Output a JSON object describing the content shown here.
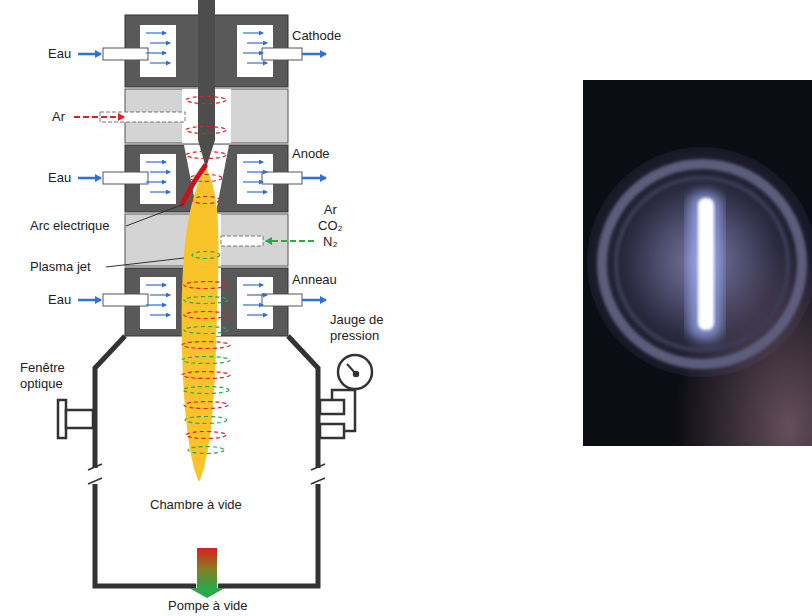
{
  "diagram": {
    "labels": [
      "Eau",
      "Cathode",
      "Ar",
      "Eau",
      "Anode",
      "Arc electrique",
      "Ar CO₂ N₂",
      "Plasma jet",
      "Anneau",
      "Eau",
      "Jauge de pression",
      "Fenêtre optique",
      "Chambre à vide",
      "Pompe à vide"
    ]
  }
}
